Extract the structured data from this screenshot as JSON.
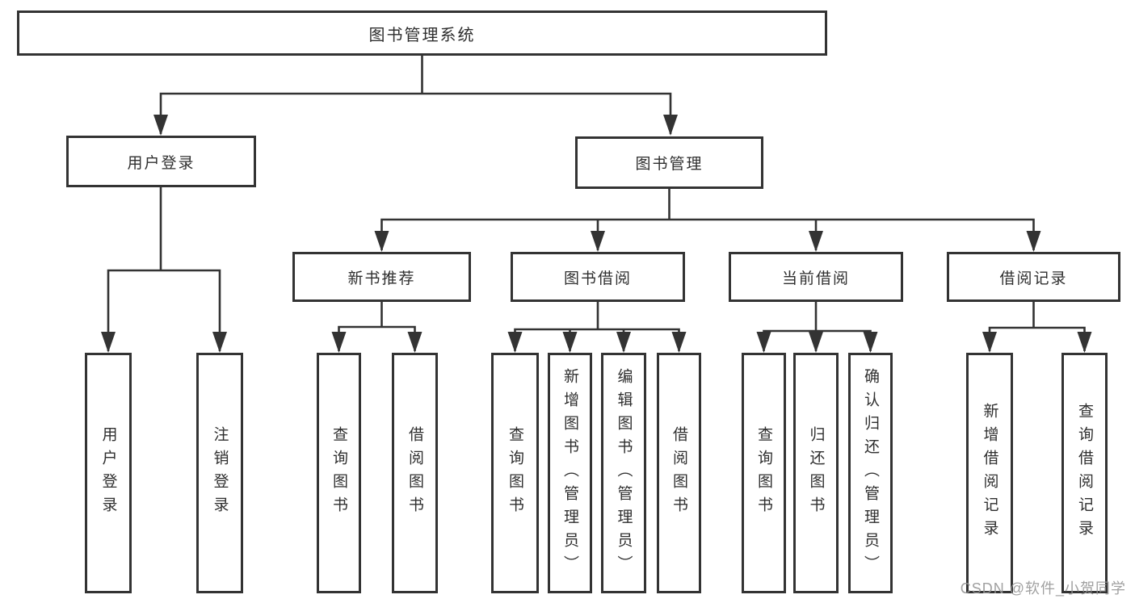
{
  "diagram": {
    "type": "hierarchy-tree",
    "colors": {
      "line": "#333333",
      "box_border": "#333333",
      "text": "#2f2f2f",
      "watermark": "#969696",
      "background": "#ffffff"
    },
    "root": {
      "label": "图书管理系统",
      "children": [
        {
          "label": "用户登录",
          "children": [
            {
              "label": "用户登录"
            },
            {
              "label": "注销登录"
            }
          ]
        },
        {
          "label": "图书管理",
          "children": [
            {
              "label": "新书推荐",
              "children": [
                {
                  "label": "查询图书"
                },
                {
                  "label": "借阅图书"
                }
              ]
            },
            {
              "label": "图书借阅",
              "children": [
                {
                  "label": "查询图书"
                },
                {
                  "label": "新增图书（管理员）"
                },
                {
                  "label": "编辑图书（管理员）"
                },
                {
                  "label": "借阅图书"
                }
              ]
            },
            {
              "label": "当前借阅",
              "children": [
                {
                  "label": "查询图书"
                },
                {
                  "label": "归还图书"
                },
                {
                  "label": "确认归还（管理员）"
                }
              ]
            },
            {
              "label": "借阅记录",
              "children": [
                {
                  "label": "新增借阅记录"
                },
                {
                  "label": "查询借阅记录"
                }
              ]
            }
          ]
        }
      ]
    },
    "watermark": "CSDN @软件_小贺同学"
  }
}
